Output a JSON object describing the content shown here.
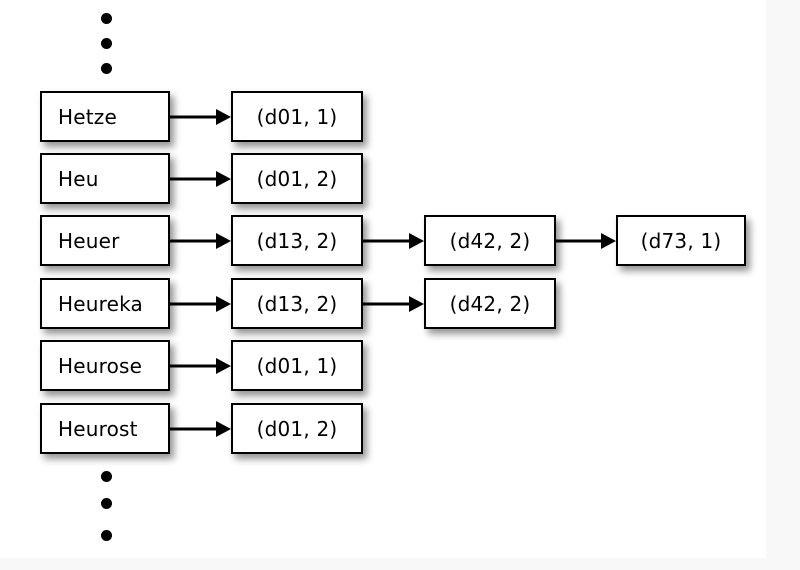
{
  "diagram": {
    "title": "dictionary-posting-list-diagram",
    "background_color": "#ffffff",
    "page_color": "#f8f8f8",
    "node_fill": "#ffffff",
    "node_border_color": "#000000",
    "text_color": "#000000",
    "ellipsis_top": [
      "dot",
      "dot",
      "dot"
    ],
    "ellipsis_bottom": [
      "dot",
      "dot",
      "dot"
    ],
    "terms": [
      {
        "label": "Hetze"
      },
      {
        "label": "Heu"
      },
      {
        "label": "Heuer"
      },
      {
        "label": "Heureka"
      },
      {
        "label": "Heurose"
      },
      {
        "label": "Heurost"
      }
    ],
    "postings_col1": [
      {
        "label": "(d01, 1)"
      },
      {
        "label": "(d01, 2)"
      },
      {
        "label": "(d13, 2)"
      },
      {
        "label": "(d13, 2)"
      },
      {
        "label": "(d01, 1)"
      },
      {
        "label": "(d01, 2)"
      }
    ],
    "postings_col2": [
      {
        "label": "(d42, 2)"
      },
      {
        "label": "(d42, 2)"
      }
    ],
    "postings_col3": [
      {
        "label": "(d73, 1)"
      }
    ],
    "arrows": [
      {
        "name": "arrow-hetze-to-d01-1"
      },
      {
        "name": "arrow-heu-to-d01-2"
      },
      {
        "name": "arrow-heuer-to-d13-2"
      },
      {
        "name": "arrow-heureka-to-d13-2"
      },
      {
        "name": "arrow-heurose-to-d01-1"
      },
      {
        "name": "arrow-heurost-to-d01-2"
      },
      {
        "name": "arrow-d13-2-to-d42-2-row3"
      },
      {
        "name": "arrow-d13-2-to-d42-2-row4"
      },
      {
        "name": "arrow-d42-2-to-d73-1"
      }
    ]
  }
}
